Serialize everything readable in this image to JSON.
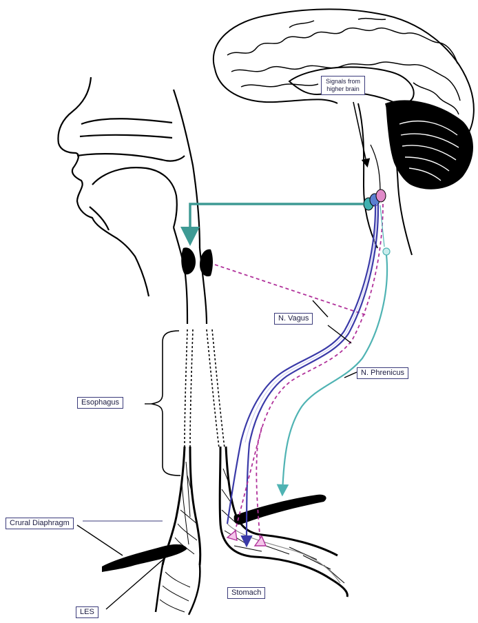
{
  "labels": {
    "signals_brain": "Signals from\nhigher brain",
    "vagus": "N. Vagus",
    "phrenicus": "N. Phrenicus",
    "esophagus": "Esophagus",
    "crural_diaphragm": "Crural Diaphragm",
    "les": "LES",
    "stomach": "Stomach"
  },
  "colors": {
    "outline": "#000000",
    "vagus_efferent": "#3a3aa8",
    "vagus_afferent": "#b0309a",
    "phrenic": "#4fb3b3",
    "upper_sphincter_path": "#3e9a94",
    "label_border": "#3a3a7a",
    "nucleus_blue": "#5a7fd0",
    "nucleus_teal": "#3fb0b0",
    "nucleus_pink": "#e08ac8"
  }
}
